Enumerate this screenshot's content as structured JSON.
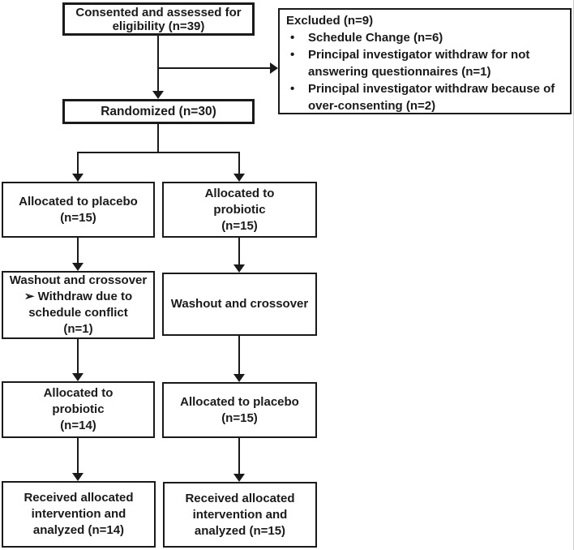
{
  "figure": {
    "type": "consort-participant-flow-diagram",
    "boxes": {
      "consented": "Consented and assessed for\neligibility (n=39)",
      "randomized": "Randomized (n=30)",
      "allocated_placebo_first": "Allocated to placebo\n(n=15)",
      "allocated_probiotic_first": "Allocated to\nprobiotic\n(n=15)",
      "washout_left": "Washout and crossover\n➢ Withdraw due to\nschedule conflict\n(n=1)",
      "washout_right": "Washout and crossover",
      "allocated_probiotic_second": "Allocated to\nprobiotic\n(n=14)",
      "allocated_placebo_second": "Allocated to placebo\n(n=15)",
      "received_left": "Received allocated\nintervention and\nanalyzed (n=14)",
      "received_right": "Received allocated\nintervention and\nanalyzed (n=15)"
    },
    "excluded": {
      "title": "Excluded (n=9)",
      "bullet_char": "•",
      "bullets": [
        "Schedule Change (n=6)",
        "Principal investigator withdraw for not\nanswering questionnaires (n=1)",
        "Principal investigator withdraw because of\nover-consenting (n=2)"
      ]
    },
    "colors": {
      "ink": "#1a1a1a",
      "box_background": "#ffffff",
      "page_background": "#ffffff"
    }
  }
}
